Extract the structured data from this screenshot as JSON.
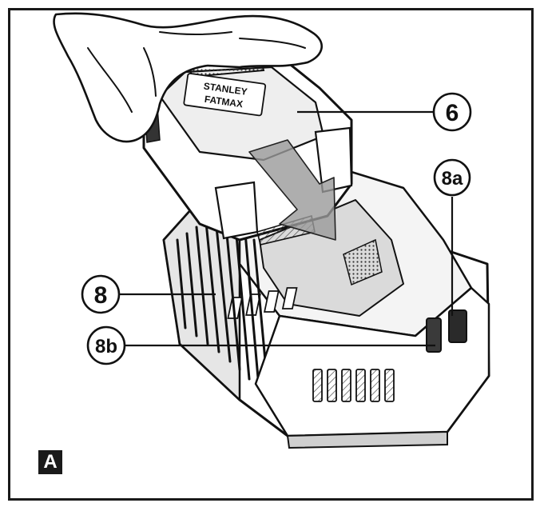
{
  "figure": {
    "label": "A"
  },
  "brand": {
    "line1": "STANLEY",
    "line2": "FATMAX"
  },
  "callouts": {
    "battery": "6",
    "charger": "8",
    "indicator_upper": "8a",
    "indicator_lower": "8b"
  },
  "colors": {
    "ink": "#111111",
    "frame": "#1a1a1a",
    "shade_light": "#d9d9d9",
    "shade_mid": "#a8a8a8",
    "shade_dark": "#3a3a3a",
    "arrow_fill": "#9a9a9a"
  }
}
